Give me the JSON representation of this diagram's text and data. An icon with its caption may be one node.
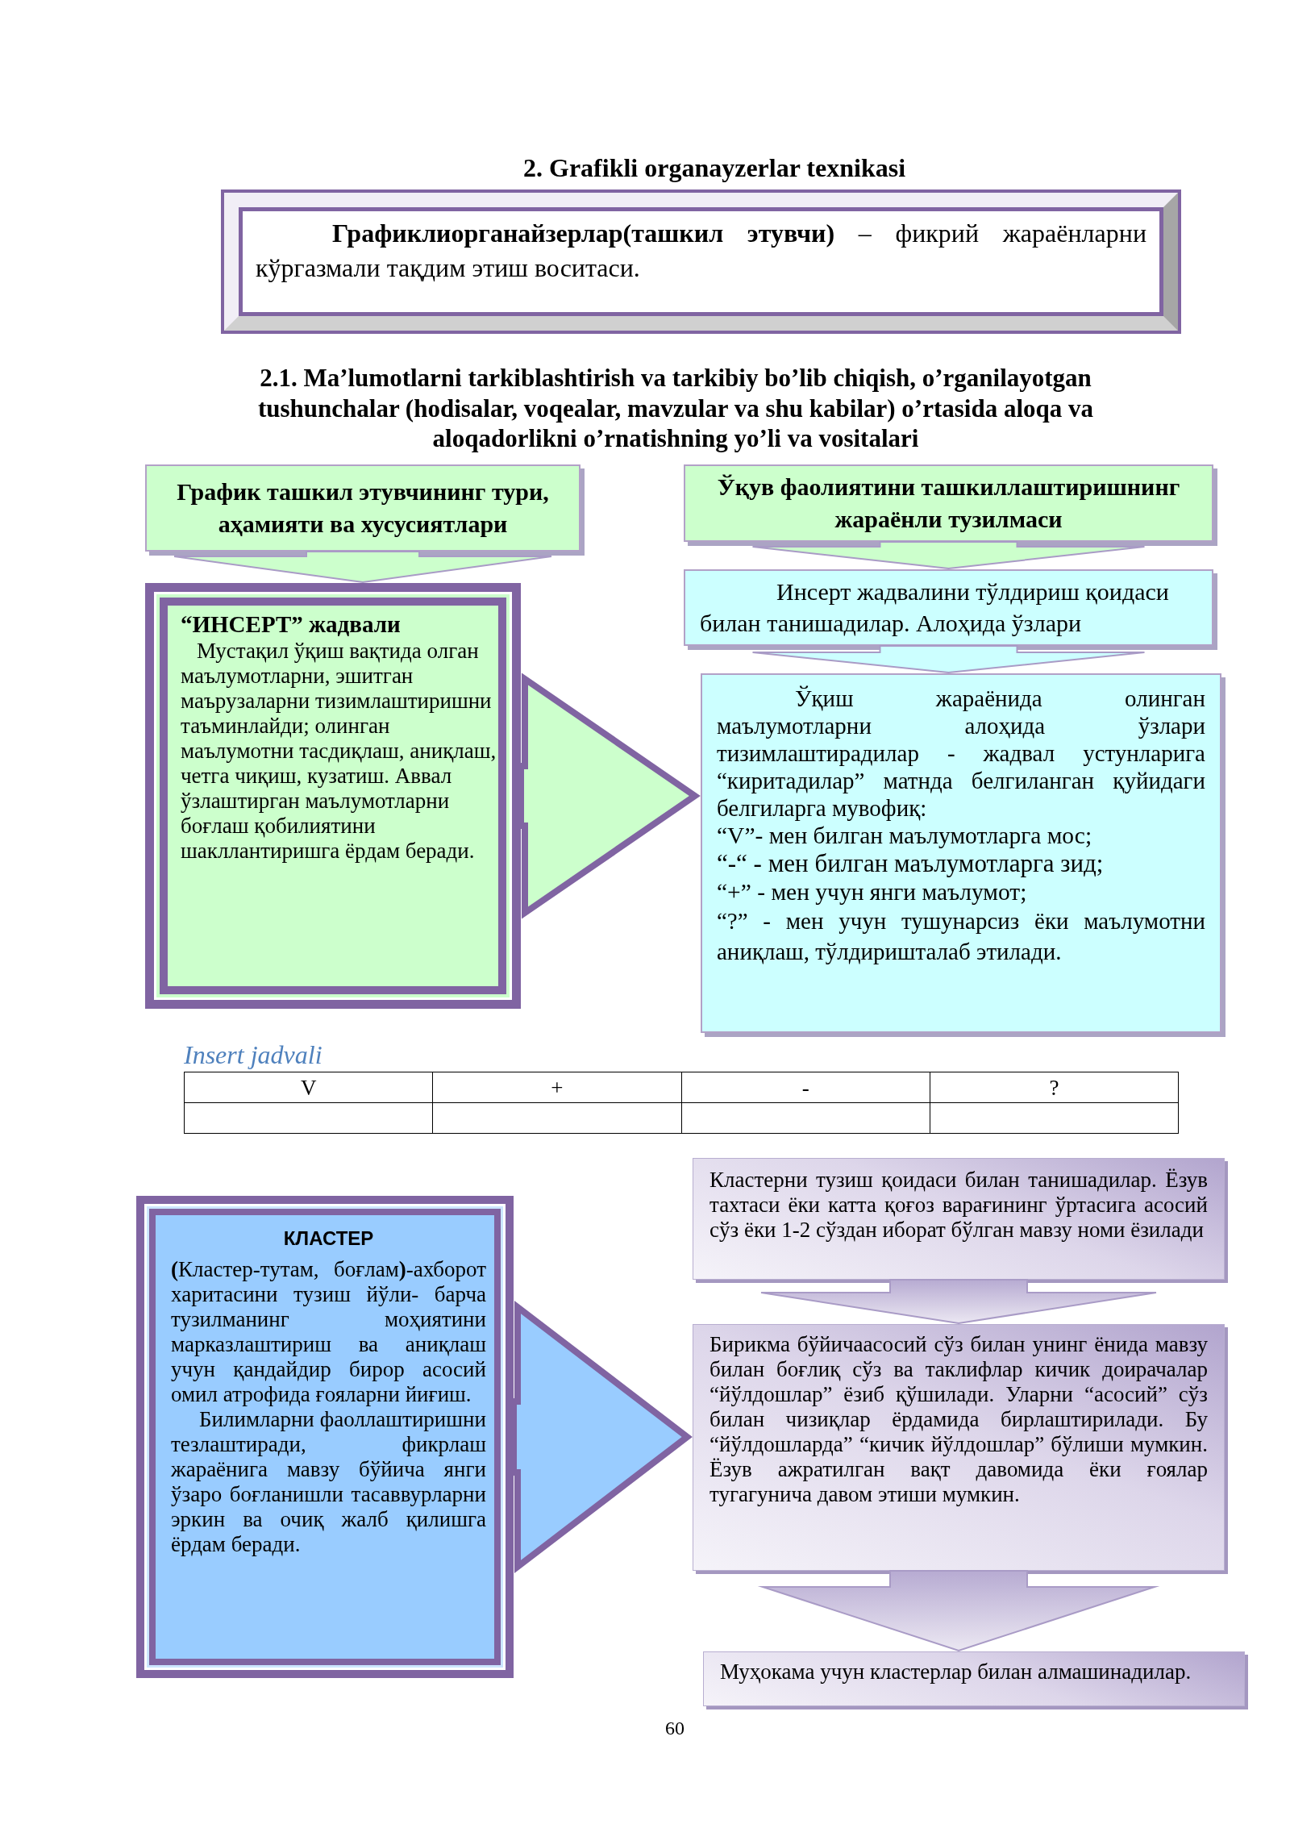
{
  "diagram": {
    "title": "2. Grafikli organayzerlar texnikasi",
    "nodes": [
      {
        "text": [
          "**Графиклиорганайзерлар(ташкил этувчи)** – фикрий жараёнларни кўргазмали тақдим этиш воситаси."
        ]
      },
      {
        "text": [
          "График ташкил этувчининг тури, аҳамияти ва хусусиятлари"
        ]
      },
      {
        "text": [
          "Ўқув фаолиятини ташкиллаштиришнинг жараёнли тузилмаси"
        ]
      },
      {
        "text": [
          "“ИНСЕРТ” жадвали",
          "Мустақил ўқиш вақтида олган маълумотларни, эшитган маърузаларни тизимлаштиришни таъминлайди; олинган маълумотни тасдиқлаш, аниқлаш, четга чиқиш, кузатиш. Аввал ўзлаштирган маълумотларни боғлаш қобилиятини шакллантиришга ёрдам беради."
        ]
      },
      {
        "text": [
          "Инсерт жадвалини тўлдириш қоидаси билан танишадилар. Алоҳида ўзлари"
        ]
      },
      {
        "text": [
          "Ўқиш жараёнида олинган маълумотларни алоҳида ўзлари тизимлаштирадилар - жадвал устунларига “киритадилар” матнда белгиланган қуйидаги белгиларга мувофиқ:",
          "“V”- мен билган маълумотларга мос;",
          "“-“ - мен билган маълумотларга зид;",
          "“+” - мен учун янги маълумот;",
          "“?” - мен учун тушунарсиз ёки маълумотни аниқлаш, тўлдиришталаб этилади."
        ]
      },
      {
        "text": [
          "КЛАСТЕР",
          "**(**Кластер-тутам, боғлам**)**-ахборот харитасини тузиш йўли- барча тузилманинг моҳиятини марказлаштириш ва аниқлаш учун қандайдир бирор асосий омил атрофида ғояларни йиғиш.",
          "Билимларни фаоллаштиришни тезлаштиради, фикрлаш жараёнига мавзу бўйича янги ўзаро боғланишли тасаввурларни эркин ва очиқ жалб қилишга ёрдам беради."
        ]
      },
      {
        "text": [
          "Кластерни тузиш қоидаси билан танишадилар. Ёзув тахтаси ёки катта қоғоз варағининг ўртасига асосий сўз ёки 1-2 сўздан иборат бўлган мавзу номи ёзилади"
        ]
      },
      {
        "text": [
          "Бирикма бўйичаасосий сўз билан унинг ёнида мавзу билан боғлиқ сўз ва таклифлар кичик доирачалар “йўлдошлар” ёзиб қўшилади. Уларни “асосий” сўз билан чизиқлар ёрдамида бирлаштирилади. Бу “йўлдошларда” “кичик йўлдошлар” бўлиши мумкин. Ёзув ажратилган вақт давомида ёки ғоялар тугагунича давом этиши мумкин."
        ]
      },
      {
        "text": [
          "Муҳокама учун кластерлар билан алмашинадилар."
        ]
      }
    ],
    "edges": [
      {
        "from": 1,
        "to": 3,
        "arrow": "to"
      },
      {
        "from": 2,
        "to": 4,
        "arrow": "to"
      },
      {
        "from": 3,
        "to": 5,
        "arrow": "to"
      },
      {
        "from": 4,
        "to": 5,
        "arrow": "to"
      },
      {
        "from": 7,
        "to": 8,
        "arrow": "to"
      },
      {
        "from": 6,
        "to": 8,
        "arrow": "to"
      },
      {
        "from": 8,
        "to": 9,
        "arrow": "to"
      }
    ],
    "labels": [
      "2.1. Ma’lumotlarni tarkiblashtirish va tarkibiy bo’lib chiqish, o’rganilayotgan tushunchalar (hodisalar, voqealar, mavzular va shu kabilar) o’rtasida aloqa va aloqadorlikni o’rnatishning yo’li va vositalari",
      "Insert jadvali",
      "V",
      "+",
      "-",
      "?",
      "60"
    ]
  }
}
